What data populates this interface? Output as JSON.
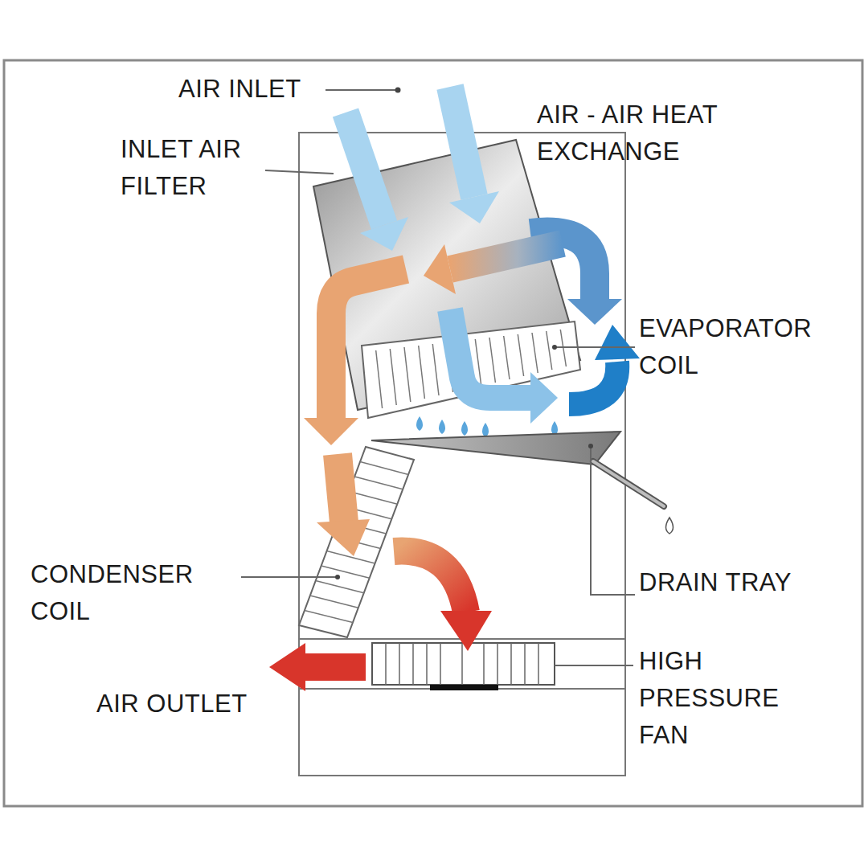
{
  "diagram": {
    "labels": [
      "AIR INLET",
      "INLET AIR FILTER",
      "AIR - AIR HEAT EXCHANGE",
      "EVAPORATOR COIL",
      "DRAIN TRAY",
      "CONDENSER COIL",
      "HIGH PRESSURE FAN",
      "AIR OUTLET"
    ]
  }
}
